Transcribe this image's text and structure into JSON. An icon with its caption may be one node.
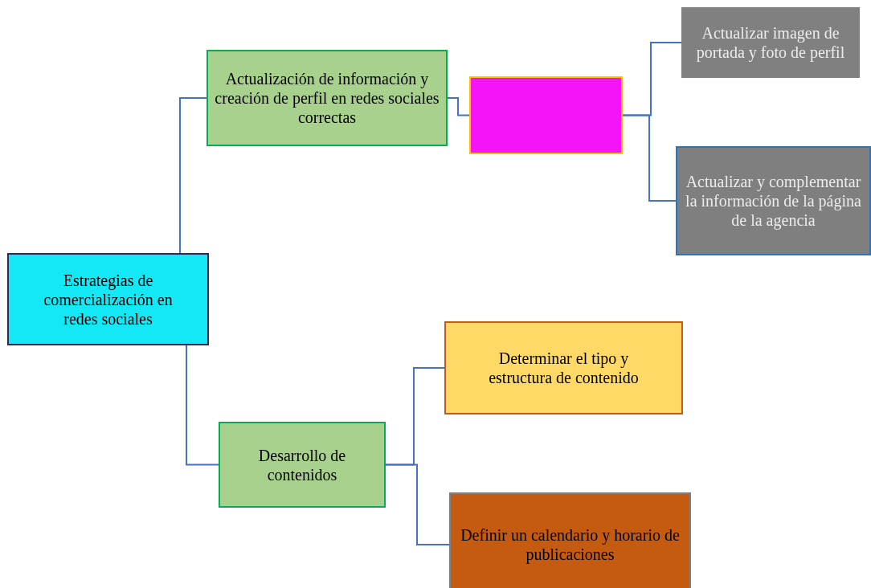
{
  "diagram": {
    "nodes": [
      {
        "text": [
          "Estrategias de comercialización en redes sociales"
        ]
      },
      {
        "text": [
          "Actualización de información y creación de perfil en redes sociales correctas"
        ]
      },
      {
        "text": [],
        "shape": "box"
      },
      {
        "text": [
          "Actualizar imagen de portada y foto de perfil"
        ]
      },
      {
        "text": [
          "Actualizar y complementar la información de la página de la agencia"
        ]
      },
      {
        "text": [
          "Desarrollo de contenidos"
        ]
      },
      {
        "text": [
          "Determinar el tipo y estructura de contenido"
        ]
      },
      {
        "text": [
          "Definir un calendario y horario de publicaciones"
        ]
      }
    ],
    "edges": [
      {
        "from": 0,
        "to": 1,
        "arrow": "none"
      },
      {
        "from": 1,
        "to": 2,
        "arrow": "none"
      },
      {
        "from": 2,
        "to": 3,
        "arrow": "none"
      },
      {
        "from": 2,
        "to": 4,
        "arrow": "none"
      },
      {
        "from": 0,
        "to": 5,
        "arrow": "none"
      },
      {
        "from": 5,
        "to": 6,
        "arrow": "none"
      },
      {
        "from": 5,
        "to": 7,
        "arrow": "none"
      }
    ]
  }
}
